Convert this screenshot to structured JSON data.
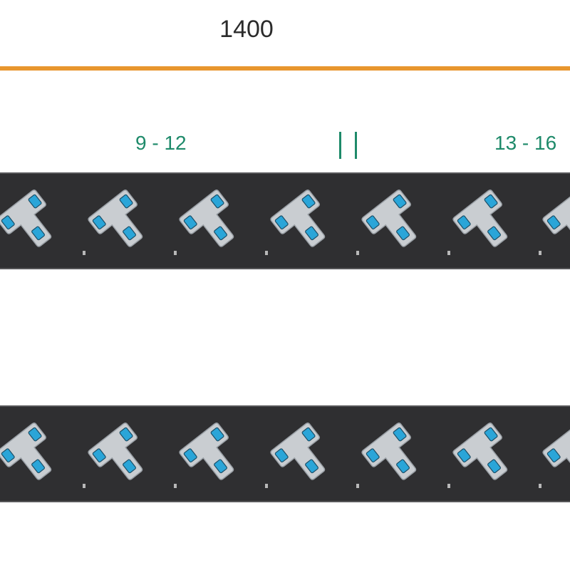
{
  "dimension": {
    "value": "1400",
    "line_color": "#e8962e"
  },
  "groups": [
    {
      "label": "9 - 12"
    },
    {
      "label": "13 - 16"
    }
  ],
  "colors": {
    "strip": "#2f2f31",
    "outlet_body": "#c9cdd1",
    "outlet_slot": "#2aa5d8",
    "group_label": "#1e8a6a"
  },
  "strips": [
    {
      "name": "top-strip",
      "outlet_count": 7,
      "outlet_label_icon": "outlet-label-mark"
    },
    {
      "name": "bottom-strip",
      "outlet_count": 7,
      "outlet_label_icon": "outlet-label-mark"
    }
  ]
}
